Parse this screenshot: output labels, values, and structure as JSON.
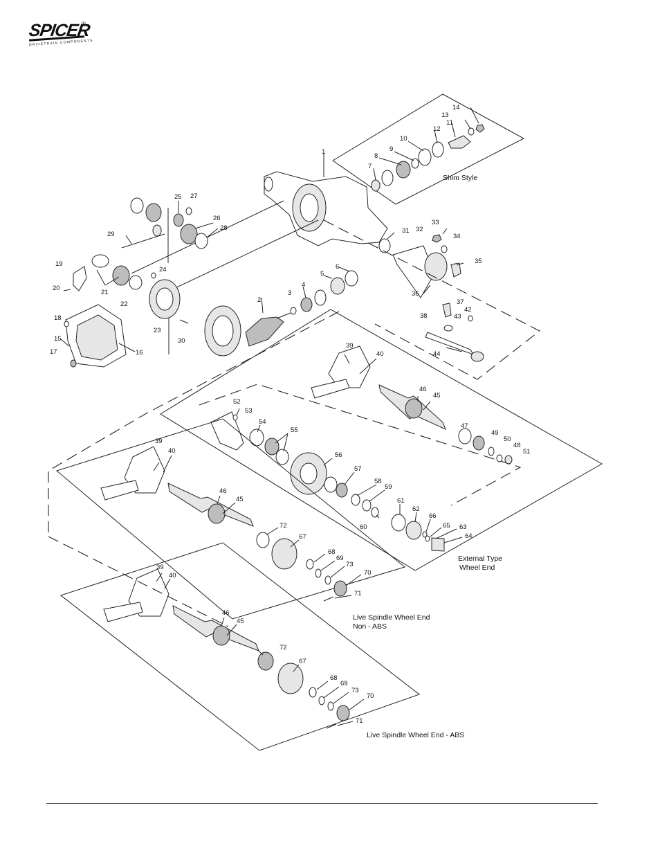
{
  "logo": {
    "text": "SPICER",
    "registered": "®",
    "tagline": "DRIVETRAIN COMPONENTS"
  },
  "captions": {
    "shim": "Shim Style",
    "external": [
      "External Type",
      "Wheel End"
    ],
    "live_non_abs": [
      "Live Spindle Wheel End",
      "Non - ABS"
    ],
    "live_abs": "Live Spindle Wheel End - ABS"
  },
  "callouts": [
    {
      "id": "c1",
      "text": "1"
    },
    {
      "id": "c2",
      "text": "2"
    },
    {
      "id": "c3",
      "text": "3"
    },
    {
      "id": "c4",
      "text": "4"
    },
    {
      "id": "c5",
      "text": "5"
    },
    {
      "id": "c6",
      "text": "6"
    },
    {
      "id": "c7",
      "text": "7"
    },
    {
      "id": "c8",
      "text": "8"
    },
    {
      "id": "c9",
      "text": "9"
    },
    {
      "id": "c10",
      "text": "10"
    },
    {
      "id": "c11",
      "text": "11"
    },
    {
      "id": "c12",
      "text": "12"
    },
    {
      "id": "c13",
      "text": "13"
    },
    {
      "id": "c14",
      "text": "14"
    },
    {
      "id": "c15",
      "text": "15"
    },
    {
      "id": "c16",
      "text": "16"
    },
    {
      "id": "c17",
      "text": "17"
    },
    {
      "id": "c18",
      "text": "18"
    },
    {
      "id": "c19",
      "text": "19"
    },
    {
      "id": "c20",
      "text": "20"
    },
    {
      "id": "c21",
      "text": "21"
    },
    {
      "id": "c22",
      "text": "22"
    },
    {
      "id": "c23",
      "text": "23"
    },
    {
      "id": "c24",
      "text": "24"
    },
    {
      "id": "c25",
      "text": "25"
    },
    {
      "id": "c26",
      "text": "26"
    },
    {
      "id": "c27",
      "text": "27"
    },
    {
      "id": "c28",
      "text": "28"
    },
    {
      "id": "c29",
      "text": "29"
    },
    {
      "id": "c30",
      "text": "30"
    },
    {
      "id": "c31",
      "text": "31"
    },
    {
      "id": "c32",
      "text": "32"
    },
    {
      "id": "c33",
      "text": "33"
    },
    {
      "id": "c34",
      "text": "34"
    },
    {
      "id": "c35",
      "text": "35"
    },
    {
      "id": "c36",
      "text": "36"
    },
    {
      "id": "c37",
      "text": "37"
    },
    {
      "id": "c38",
      "text": "38"
    },
    {
      "id": "c39a",
      "text": "39"
    },
    {
      "id": "c40a",
      "text": "40"
    },
    {
      "id": "c42",
      "text": "42"
    },
    {
      "id": "c43",
      "text": "43"
    },
    {
      "id": "c44",
      "text": "44"
    },
    {
      "id": "c45a",
      "text": "45"
    },
    {
      "id": "c46a",
      "text": "46"
    },
    {
      "id": "c47",
      "text": "47"
    },
    {
      "id": "c48",
      "text": "48"
    },
    {
      "id": "c49",
      "text": "49"
    },
    {
      "id": "c50",
      "text": "50"
    },
    {
      "id": "c51",
      "text": "51"
    },
    {
      "id": "c52",
      "text": "52"
    },
    {
      "id": "c53",
      "text": "53"
    },
    {
      "id": "c54",
      "text": "54"
    },
    {
      "id": "c55",
      "text": "55"
    },
    {
      "id": "c56",
      "text": "56"
    },
    {
      "id": "c57",
      "text": "57"
    },
    {
      "id": "c58",
      "text": "58"
    },
    {
      "id": "c59",
      "text": "59"
    },
    {
      "id": "c60",
      "text": "60"
    },
    {
      "id": "c61",
      "text": "61"
    },
    {
      "id": "c62",
      "text": "62"
    },
    {
      "id": "c63",
      "text": "63"
    },
    {
      "id": "c64",
      "text": "64"
    },
    {
      "id": "c65",
      "text": "65"
    },
    {
      "id": "c66",
      "text": "66"
    },
    {
      "id": "c39b",
      "text": "39"
    },
    {
      "id": "c40b",
      "text": "40"
    },
    {
      "id": "c46b",
      "text": "46"
    },
    {
      "id": "c45b",
      "text": "45"
    },
    {
      "id": "c72a",
      "text": "72"
    },
    {
      "id": "c67a",
      "text": "67"
    },
    {
      "id": "c68a",
      "text": "68"
    },
    {
      "id": "c69a",
      "text": "69"
    },
    {
      "id": "c73a",
      "text": "73"
    },
    {
      "id": "c70a",
      "text": "70"
    },
    {
      "id": "c71a",
      "text": "71"
    },
    {
      "id": "c39c",
      "text": "39"
    },
    {
      "id": "c40c",
      "text": "40"
    },
    {
      "id": "c46c",
      "text": "46"
    },
    {
      "id": "c45c",
      "text": "45"
    },
    {
      "id": "c72b",
      "text": "72"
    },
    {
      "id": "c67b",
      "text": "67"
    },
    {
      "id": "c68b",
      "text": "68"
    },
    {
      "id": "c69b",
      "text": "69"
    },
    {
      "id": "c73b",
      "text": "73"
    },
    {
      "id": "c70b",
      "text": "70"
    },
    {
      "id": "c71b",
      "text": "71"
    }
  ]
}
